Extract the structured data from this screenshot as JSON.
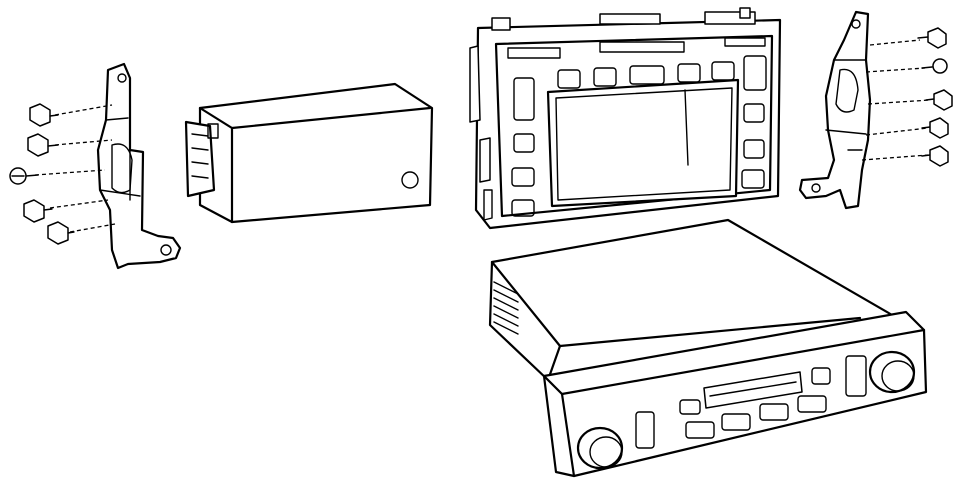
{
  "diagram": {
    "type": "exploded-assembly",
    "line_color": "#000000",
    "background": "#ffffff",
    "components": [
      {
        "name": "left-mounting-bracket",
        "fasteners": 5
      },
      {
        "name": "rectangular-unit-box"
      },
      {
        "name": "front-panel-bezel"
      },
      {
        "name": "right-mounting-bracket",
        "fasteners": 5
      },
      {
        "name": "audio-head-unit"
      }
    ]
  }
}
